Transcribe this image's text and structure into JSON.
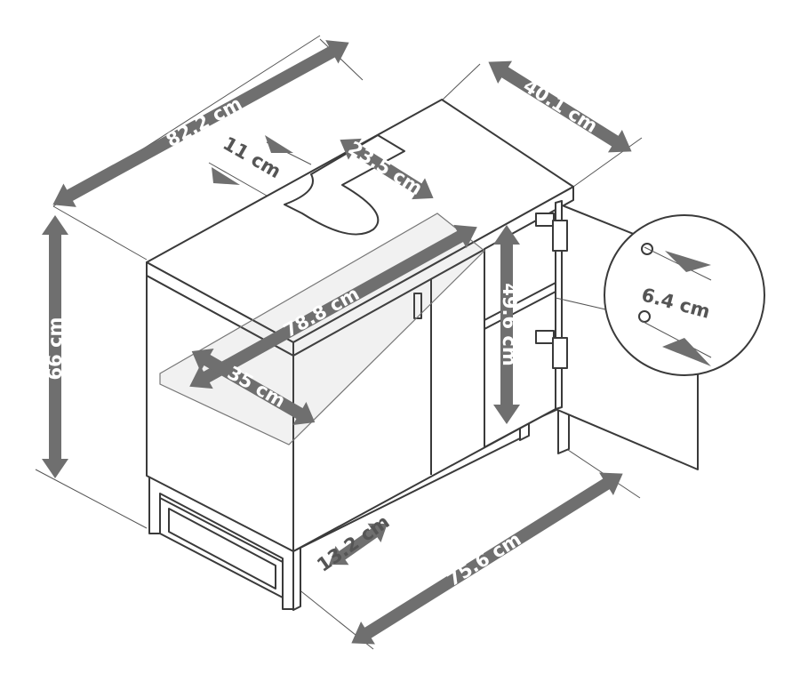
{
  "colors": {
    "arrow": "#6f6f6f",
    "line": "#3a3a3a",
    "background": "#ffffff",
    "label_white": "#ffffff",
    "label_dark": "#555555"
  },
  "dimensions": {
    "width_top": "82.2 cm",
    "depth_top": "40.1 cm",
    "height": "66 cm",
    "cutout_width": "23.5 cm",
    "cutout_depth": "11 cm",
    "shelf_width": "78.8 cm",
    "shelf_depth": "35 cm",
    "interior_height": "49.6 cm",
    "base_height": "13.2 cm",
    "base_width": "75.6 cm",
    "hinge_spacing": "6.4 cm"
  }
}
